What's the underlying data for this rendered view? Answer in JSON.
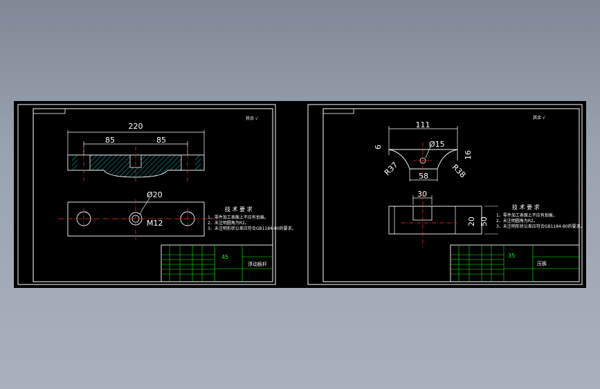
{
  "left_sheet": {
    "roughness": "其余 √",
    "dims": {
      "overall": "220",
      "left_half": "85",
      "right_half": "85",
      "hole_dia": "Ø20",
      "thread": "M12"
    },
    "tech_req": {
      "title": "技 术 要 求",
      "items": [
        "1、零件加工表面上不应有划痕。",
        "2、未注明圆角为R2。",
        "3、未注明形状公差应符合GB1184-80的要求。"
      ]
    },
    "title_block": {
      "material": "45",
      "part_name": "浮动板杆"
    }
  },
  "right_sheet": {
    "roughness": "其余 √",
    "dims": {
      "width": "111",
      "dia": "Ø15",
      "left_h": "6",
      "right_h": "16",
      "r_left": "R37",
      "r_right": "R38",
      "bottom": "58",
      "slot": "30",
      "h20": "20",
      "h50": "50"
    },
    "tech_req": {
      "title": "技 术 要 求",
      "items": [
        "1、零件加工表面上不应有划痕。",
        "2、未注明圆角为R2。",
        "3、未注明形状公差应符合GB1184-80的要求。"
      ]
    },
    "title_block": {
      "material": "35",
      "part_name": "压板"
    }
  }
}
